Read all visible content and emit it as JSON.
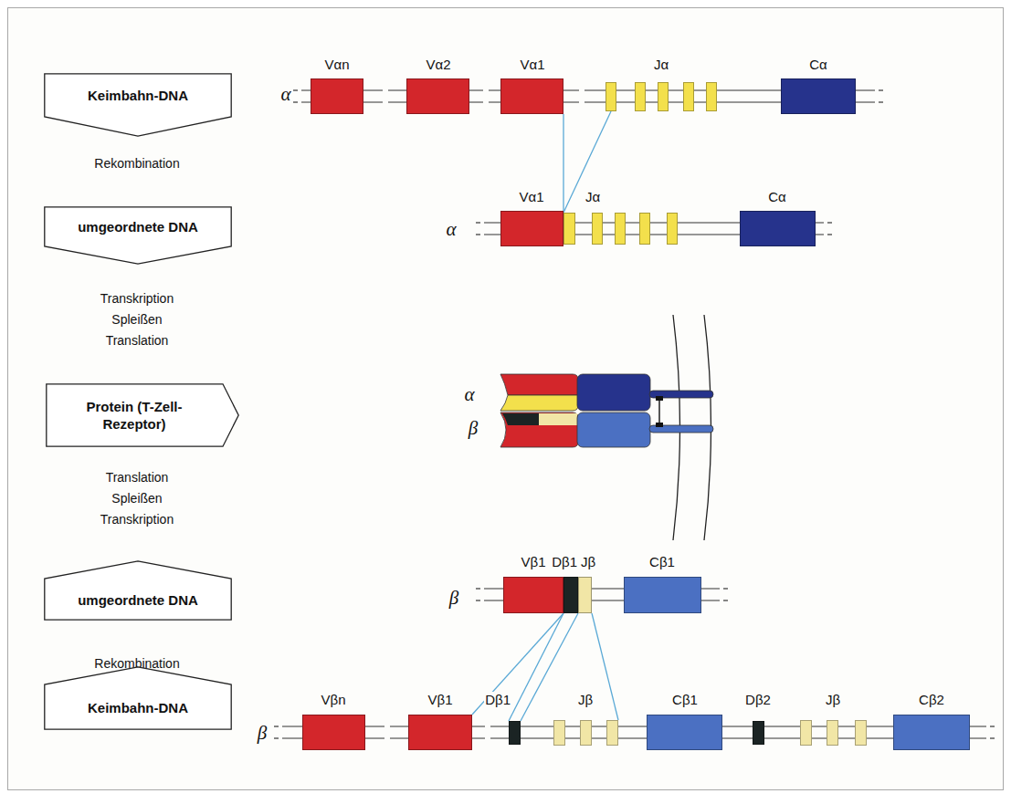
{
  "diagram": {
    "nodes": [
      {
        "text": [
          "Keimbahn-DNA"
        ]
      },
      {
        "text": [
          "umgeordnete DNA"
        ]
      },
      {
        "text": [
          "Protein (T-Zell-Rezeptor)"
        ]
      },
      {
        "text": [
          "umgeordnete DNA"
        ]
      },
      {
        "text": [
          "Keimbahn-DNA"
        ]
      },
      {
        "text": [
          "Vαn"
        ]
      },
      {
        "text": [
          "Vα2"
        ]
      },
      {
        "text": [
          "Vα1"
        ]
      },
      {
        "text": [
          "Jα"
        ]
      },
      {
        "text": [
          "Cα"
        ]
      },
      {
        "text": [
          "Vα1"
        ]
      },
      {
        "text": [
          "Jα"
        ]
      },
      {
        "text": [
          "Cα"
        ]
      },
      {
        "text": [
          "Vβ1"
        ]
      },
      {
        "text": [
          "Dβ1"
        ]
      },
      {
        "text": [
          "Jβ"
        ]
      },
      {
        "text": [
          "Cβ1"
        ]
      },
      {
        "text": [
          "Vβn"
        ]
      },
      {
        "text": [
          "Vβ1"
        ]
      },
      {
        "text": [
          "Dβ1"
        ]
      },
      {
        "text": [
          "Jβ"
        ]
      },
      {
        "text": [
          "Cβ1"
        ]
      },
      {
        "text": [
          "Dβ2"
        ]
      },
      {
        "text": [
          "Jβ"
        ]
      },
      {
        "text": [
          "Cβ2"
        ]
      }
    ],
    "edges": [
      {
        "from": 7,
        "to": 10,
        "arrow": "none"
      },
      {
        "from": 8,
        "to": 11,
        "arrow": "none"
      },
      {
        "from": 13,
        "to": 18,
        "arrow": "none"
      },
      {
        "from": 14,
        "to": 19,
        "arrow": "none"
      },
      {
        "from": 14,
        "to": 19,
        "arrow": "none"
      },
      {
        "from": 15,
        "to": 20,
        "arrow": "none"
      }
    ],
    "labels": [
      "α",
      "Rekombination",
      "α",
      "Transkription",
      "Spleißen",
      "Translation",
      "α",
      "β",
      "Translation",
      "Spleißen",
      "Transkription",
      "β",
      "Rekombination",
      "β"
    ]
  }
}
